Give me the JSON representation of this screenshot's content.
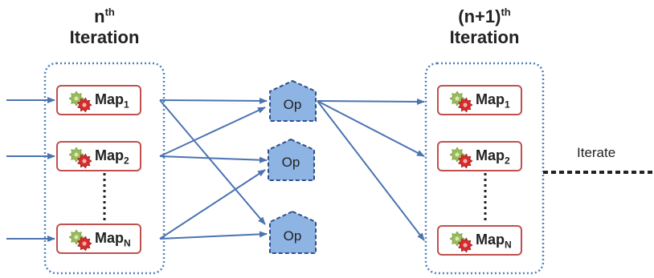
{
  "iterations": [
    {
      "title_base": "n",
      "title_sup": "th",
      "title_word": "Iteration",
      "maps": [
        {
          "base": "Map",
          "sub": "1"
        },
        {
          "base": "Map",
          "sub": "2"
        },
        {
          "base": "Map",
          "sub": "N"
        }
      ]
    },
    {
      "title_base": "(n+1)",
      "title_sup": "th",
      "title_word": "Iteration",
      "maps": [
        {
          "base": "Map",
          "sub": "1"
        },
        {
          "base": "Map",
          "sub": "2"
        },
        {
          "base": "Map",
          "sub": "N"
        }
      ]
    }
  ],
  "ops": [
    "Op",
    "Op",
    "Op"
  ],
  "iterate_label": "Iterate",
  "colors": {
    "arrow": "#4a73b0",
    "map_border": "#c0504d",
    "container_dotted": "#4f81bd",
    "op_fill": "#8eb4e3",
    "op_border": "#2d5089",
    "gear_green": "#9bbb59",
    "gear_red": "#d62b2b"
  },
  "icons": [
    "gears-icon"
  ]
}
